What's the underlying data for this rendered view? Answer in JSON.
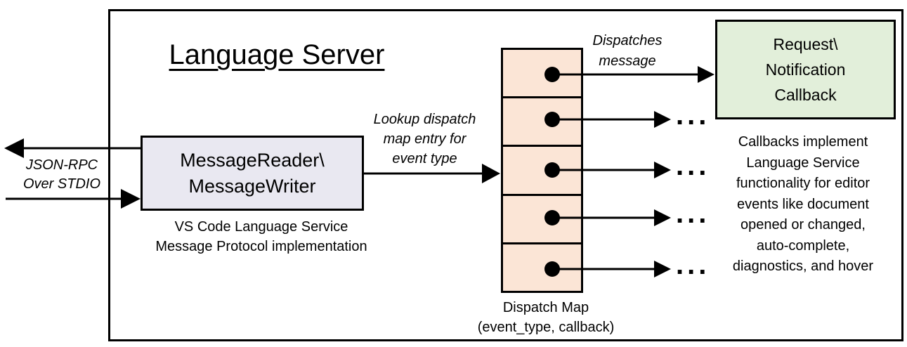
{
  "title": "Language Server",
  "colors": {
    "reader_box_fill": "#e9e8f1",
    "dispatch_map_fill": "#fbe5d6",
    "callback_box_fill": "#e2efda",
    "line_color": "#000000"
  },
  "stdio_label": {
    "line1": "JSON-RPC",
    "line2": "Over STDIO"
  },
  "reader_box": {
    "line1": "MessageReader\\",
    "line2": "MessageWriter"
  },
  "reader_caption": {
    "line1": "VS Code Language Service",
    "line2": "Message Protocol implementation"
  },
  "lookup_label": {
    "line1": "Lookup dispatch",
    "line2": "map entry for",
    "line3": "event type"
  },
  "dispatches_label": {
    "line1": "Dispatches",
    "line2": "message"
  },
  "callback_box": {
    "line1": "Request\\",
    "line2": "Notification",
    "line3": "Callback"
  },
  "dispatch_map": {
    "rows": 5,
    "ellipsis": "..."
  },
  "dispatch_caption": {
    "line1": "Dispatch Map",
    "line2": "(event_type, callback)"
  },
  "callbacks_note": {
    "lines": [
      "Callbacks implement",
      "Language Service",
      "functionality for editor",
      "events like document",
      "opened or changed,",
      "auto-complete,",
      "diagnostics, and hover"
    ]
  }
}
